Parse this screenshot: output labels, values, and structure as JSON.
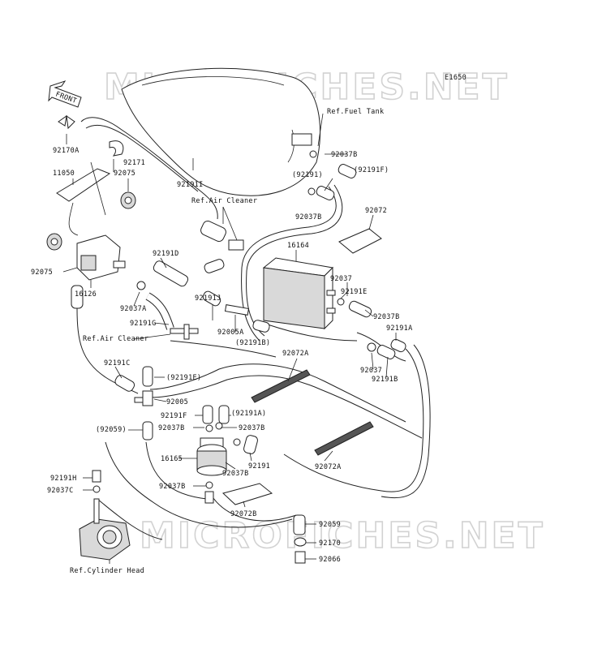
{
  "diagram_code": "E1650",
  "front_arrow_label": "FRONT",
  "watermark_top": "MICROFICHES.NET",
  "watermark_bottom": "MICROFICHES.NET",
  "refs": {
    "fuel_tank": "Ref.Fuel Tank",
    "air_cleaner_top": "Ref.Air Cleaner",
    "air_cleaner_mid": "Ref.Air Cleaner",
    "cylinder_head": "Ref.Cylinder Head"
  },
  "parts": {
    "p92170A": "92170A",
    "p92171": "92171",
    "p11050": "11050",
    "p92075_top": "92075",
    "p92191I": "92191I",
    "p92037B_top": "92037B",
    "p92191F_paren": "(92191F)",
    "p92191_paren": "(92191)",
    "p92037B_2": "92037B",
    "p92072_top": "92072",
    "p16164": "16164",
    "p92075_left": "92075",
    "p16126": "16126",
    "p92191D": "92191D",
    "p92037A": "92037A",
    "p92191G": "92191G",
    "p92191J": "92191J",
    "p92005A": "92005A",
    "p92191B_paren": "(92191B)",
    "p92037_a": "92037",
    "p92191E": "92191E",
    "p92037B_3": "92037B",
    "p92191A": "92191A",
    "p92037_b": "92037",
    "p92191B": "92191B",
    "p92072A_top": "92072A",
    "p92191C": "92191C",
    "p92191E_paren": "(92191E)",
    "p92005": "92005",
    "p92191F": "92191F",
    "p92191A_paren": "(92191A)",
    "p92059_paren": "(92059)",
    "p92037B_4": "92037B",
    "p92037B_5": "92037B",
    "p16165": "16165",
    "p92191": "92191",
    "p92037B_6": "92037B",
    "p92072A_bottom": "92072A",
    "p92191H": "92191H",
    "p92037C": "92037C",
    "p92037B_7": "92037B",
    "p92072B": "92072B",
    "p92059": "92059",
    "p92170": "92170",
    "p92066": "92066"
  }
}
